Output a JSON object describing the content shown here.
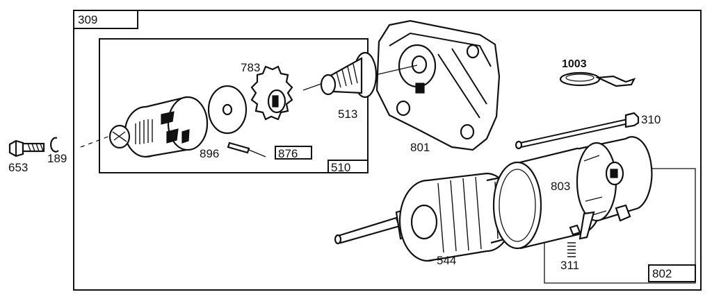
{
  "callouts": {
    "assembly": "309",
    "drive_kit": "510",
    "pinion_gear": "783",
    "washer_spring": "513",
    "drive_housing": "801",
    "retaining_ring": "896",
    "roll_pin_kit": "876",
    "thrust_washer": "1003",
    "through_bolt": "310",
    "screw": "653",
    "lock_washer": "189",
    "armature": "544",
    "frame": "803",
    "end_cap_kit": "802",
    "brush_spring": "311"
  }
}
